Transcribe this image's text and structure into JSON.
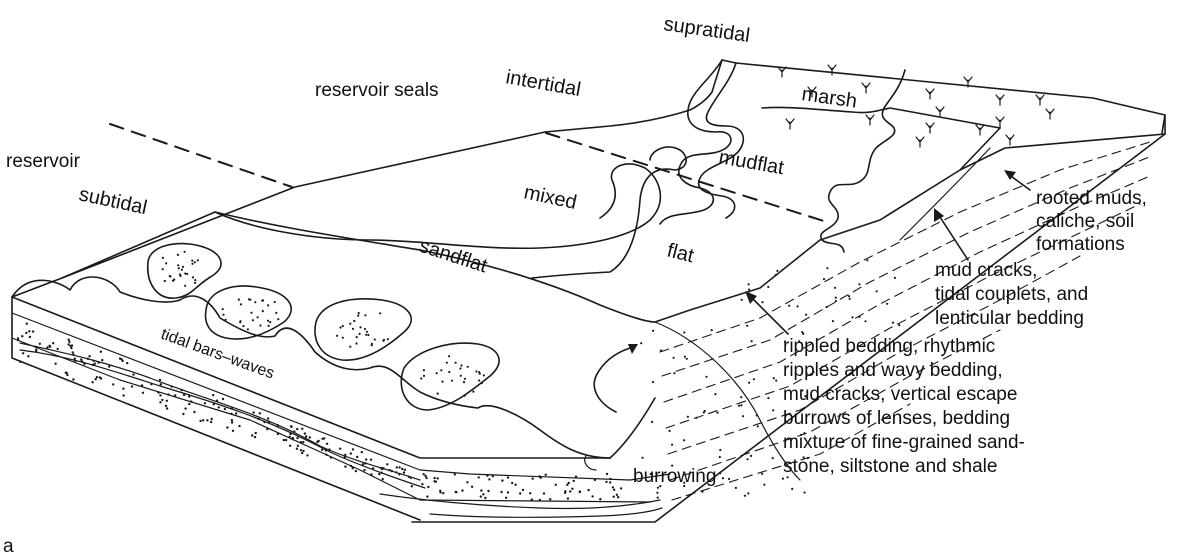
{
  "labels": {
    "supratidal": "supratidal",
    "intertidal": "intertidal",
    "reservoir_seals": "reservoir seals",
    "reservoir": "reservoir",
    "subtidal": "subtidal",
    "marsh": "marsh",
    "mudflat": "mudflat",
    "mixed": "mixed",
    "flat": "flat",
    "sandflat": "sandflat",
    "tidal_bars_waves": "tidal bars–waves",
    "burrowing": "burrowing",
    "panel_letter": "a"
  },
  "annotations": {
    "rooted": [
      "rooted muds,",
      "caliche, soil",
      "formations"
    ],
    "mudcracks": [
      "mud cracks,",
      "tidal couplets, and",
      "lenticular bedding"
    ],
    "rippled": [
      "rippled bedding, rhythmic",
      "ripples and wavy bedding,",
      "mud cracks, vertical escape",
      "burrows of lenses, bedding",
      "mixture of fine-grained sand-",
      "stone, siltstone and shale"
    ]
  }
}
